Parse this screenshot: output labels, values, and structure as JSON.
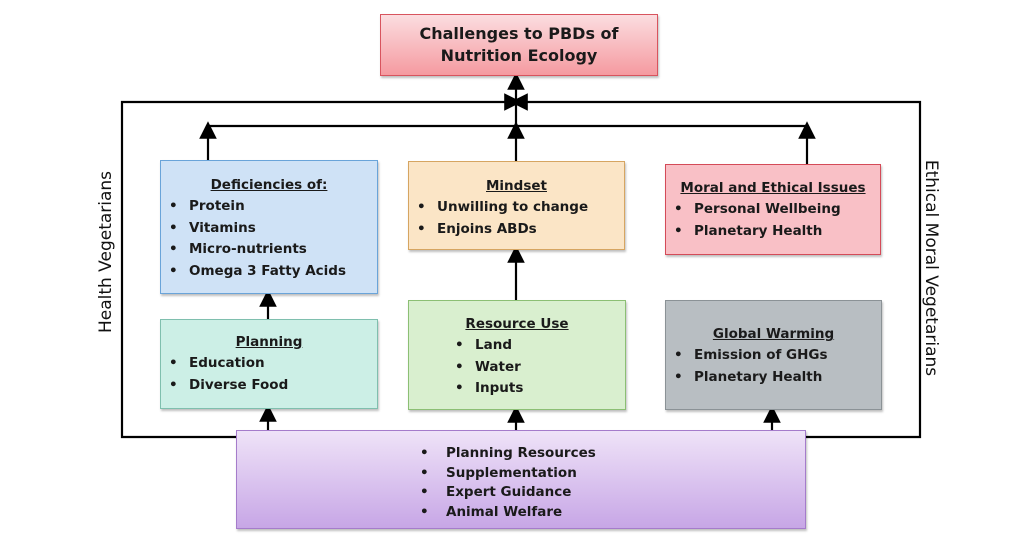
{
  "title": {
    "line1": "Challenges to PBDs of",
    "line2": "Nutrition Ecology"
  },
  "side_labels": {
    "left": "Health Vegetarians",
    "right": "Ethical Moral Vegetarians"
  },
  "boxes": {
    "deficiencies": {
      "header": "Deficiencies of:",
      "items": [
        "Protein",
        "Vitamins",
        "Micro-nutrients",
        "Omega 3 Fatty Acids"
      ],
      "color": "#cfe2f6"
    },
    "mindset": {
      "header": "Mindset",
      "items": [
        "Unwilling to change",
        "Enjoins ABDs"
      ],
      "color": "#fbe5c6"
    },
    "moral": {
      "header": "Moral and Ethical Issues",
      "items": [
        "Personal Wellbeing",
        "Planetary Health"
      ],
      "color": "#f9c0c6"
    },
    "planning": {
      "header": "Planning",
      "items": [
        "Education",
        "Diverse Food"
      ],
      "color": "#ccefe6"
    },
    "resource": {
      "header": "Resource Use",
      "items": [
        "Land",
        "Water",
        "Inputs"
      ],
      "color": "#d9efcf"
    },
    "global": {
      "header": "Global Warming",
      "items": [
        "Emission of GHGs",
        "Planetary Health"
      ],
      "color": "#b8bec2"
    },
    "solutions": {
      "items": [
        "Planning Resources",
        "Supplementation",
        "Expert Guidance",
        "Animal Welfare"
      ],
      "color": "#dcc6f0"
    }
  }
}
